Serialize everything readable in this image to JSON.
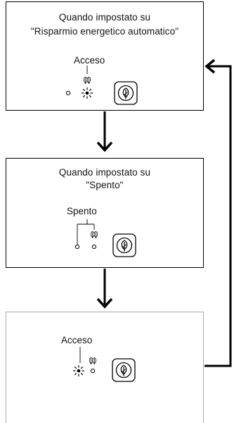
{
  "steps": [
    {
      "title_line1": "Quando impostato su",
      "title_line2": "\"Risparmio energetico automatico\"",
      "indicator_label": "Acceso"
    },
    {
      "title_line1": "Quando impostato su",
      "title_line2": "\"Spento\"",
      "indicator_label": "Spento"
    },
    {
      "indicator_label": "Acceso"
    }
  ],
  "icons": {
    "eco_button": "leaf-icon",
    "eco_indicator": "double-leaf-icon",
    "flow_arrow": "arrow-down-icon",
    "loop_arrow": "arrow-left-icon"
  },
  "colors": {
    "line": "#000000",
    "box_border_last": "#a8a8a8"
  }
}
